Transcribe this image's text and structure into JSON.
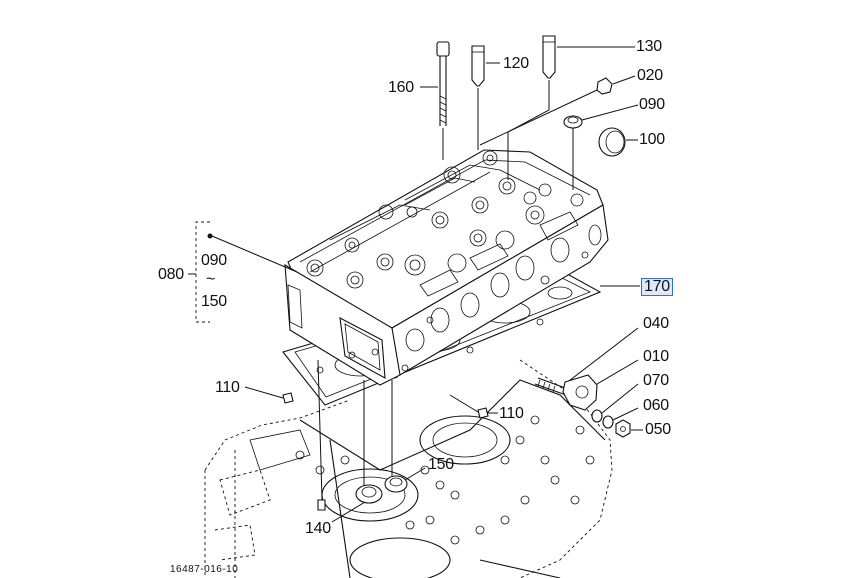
{
  "diagram_id": "16487-016-10",
  "callouts": {
    "p010": "010",
    "p020": "020",
    "p040": "040",
    "p050": "050",
    "p060": "060",
    "p070": "070",
    "p080": "080",
    "p090": "090",
    "p090_range": "090",
    "range_sep": "~",
    "p100": "100",
    "p110_left": "110",
    "p110_right": "110",
    "p120": "120",
    "p130": "130",
    "p140": "140",
    "p150_range": "150",
    "p150": "150",
    "p160": "160",
    "p170": "170"
  },
  "colors": {
    "line": "#111111",
    "highlight_border": "#2f6fd0",
    "highlight_fill": "#dde9fb"
  }
}
